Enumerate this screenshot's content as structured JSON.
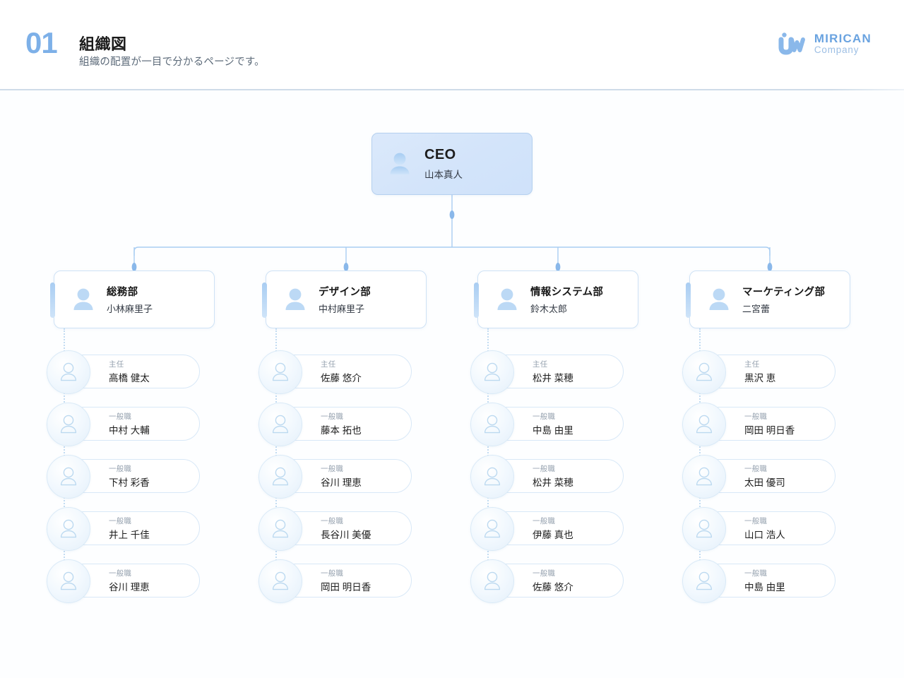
{
  "header": {
    "number": "01",
    "title": "組織図",
    "subtitle": "組織の配置が一目で分かるページです。",
    "logo": {
      "mark": "iw-logo-icon",
      "name": "MIRICAN",
      "company": "Company"
    }
  },
  "colors": {
    "accent": "#7db0e8",
    "node_fill": "#d9e8fb",
    "node_border": "#b5d0ef",
    "card_border": "#d8e8f7",
    "connector": "#a9cdf2",
    "divider": "#cfdce8",
    "role_text": "#97a3b0",
    "name_text": "#1d1d1d"
  },
  "chart_data": {
    "type": "org-chart",
    "title": "組織図",
    "root": {
      "role": "CEO",
      "name": "山本真人",
      "icon": "person-icon"
    },
    "departments": [
      {
        "role": "総務部",
        "name": "小林麻里子",
        "icon": "person-icon",
        "members": [
          {
            "role": "主任",
            "name": "高橋 健太",
            "icon": "person-outline-icon"
          },
          {
            "role": "一般職",
            "name": "中村 大輔",
            "icon": "person-outline-icon"
          },
          {
            "role": "一般職",
            "name": "下村 彩香",
            "icon": "person-outline-icon"
          },
          {
            "role": "一般職",
            "name": "井上 千佳",
            "icon": "person-outline-icon"
          },
          {
            "role": "一般職",
            "name": "谷川 理恵",
            "icon": "person-outline-icon"
          }
        ]
      },
      {
        "role": "デザイン部",
        "name": "中村麻里子",
        "icon": "person-icon",
        "members": [
          {
            "role": "主任",
            "name": "佐藤 悠介",
            "icon": "person-outline-icon"
          },
          {
            "role": "一般職",
            "name": "藤本 拓也",
            "icon": "person-outline-icon"
          },
          {
            "role": "一般職",
            "name": "谷川 理恵",
            "icon": "person-outline-icon"
          },
          {
            "role": "一般職",
            "name": "長谷川 美優",
            "icon": "person-outline-icon"
          },
          {
            "role": "一般職",
            "name": "岡田 明日香",
            "icon": "person-outline-icon"
          }
        ]
      },
      {
        "role": "情報システム部",
        "name": "鈴木太郎",
        "icon": "person-icon",
        "members": [
          {
            "role": "主任",
            "name": "松井 菜穂",
            "icon": "person-outline-icon"
          },
          {
            "role": "一般職",
            "name": "中島 由里",
            "icon": "person-outline-icon"
          },
          {
            "role": "一般職",
            "name": "松井 菜穂",
            "icon": "person-outline-icon"
          },
          {
            "role": "一般職",
            "name": "伊藤 真也",
            "icon": "person-outline-icon"
          },
          {
            "role": "一般職",
            "name": "佐藤 悠介",
            "icon": "person-outline-icon"
          }
        ]
      },
      {
        "role": "マーケティング部",
        "name": "二宮蕾",
        "icon": "person-icon",
        "members": [
          {
            "role": "主任",
            "name": "黒沢 恵",
            "icon": "person-outline-icon"
          },
          {
            "role": "一般職",
            "name": "岡田 明日香",
            "icon": "person-outline-icon"
          },
          {
            "role": "一般職",
            "name": "太田 優司",
            "icon": "person-outline-icon"
          },
          {
            "role": "一般職",
            "name": "山口 浩人",
            "icon": "person-outline-icon"
          },
          {
            "role": "一般職",
            "name": "中島 由里",
            "icon": "person-outline-icon"
          }
        ]
      }
    ]
  }
}
